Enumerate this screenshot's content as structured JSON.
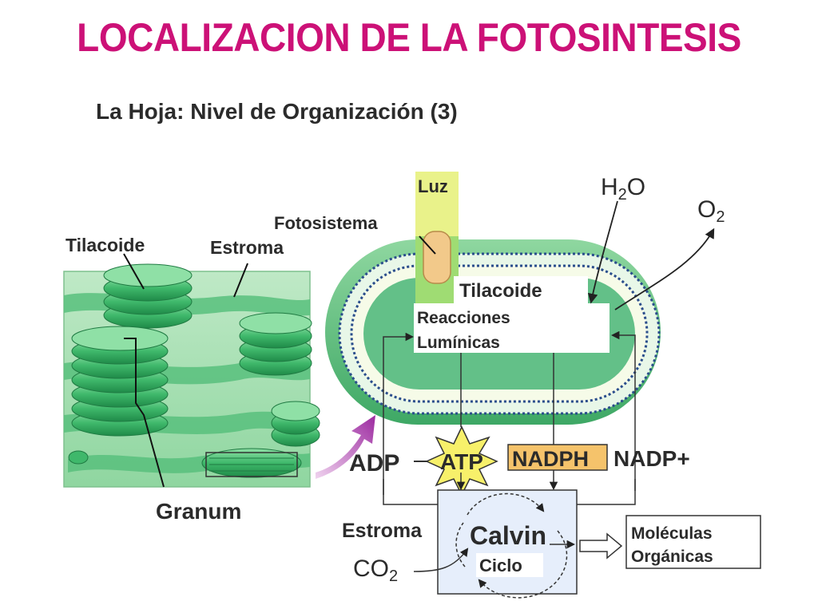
{
  "title": "LOCALIZACION DE LA FOTOSINTESIS",
  "subtitle": "La Hoja: Nivel de Organización (3)",
  "labels": {
    "tilacoide_left": "Tilacoide",
    "estroma_left": "Estroma",
    "granum": "Granum",
    "luz": "Luz",
    "fotosistema": "Fotosistema",
    "h2o_h": "H",
    "h2o_sub": "2",
    "h2o_o": "O",
    "o2_o": "O",
    "o2_sub": "2",
    "tilacoide_right": "Tilacoide",
    "reacciones": "Reacciones",
    "luminicas": "Lumínicas",
    "adp": "ADP",
    "atp": "ATP",
    "nadph": "NADPH",
    "nadp": "NADP+",
    "estroma_right": "Estroma",
    "co2_co": "CO",
    "co2_sub": "2",
    "calvin": "Calvin",
    "ciclo": "Ciclo",
    "moleculas": "Moléculas",
    "organicas": "Orgánicas"
  },
  "colors": {
    "title": "#cc1177",
    "thylakoid_green": "#3fb86b",
    "stroma_green": "#a8dfb0",
    "membrane_blue": "#2a4d8c",
    "light_beam": "#e9f28a",
    "photosystem": "#f2c98a",
    "atp_star": "#f7f06a",
    "nadph_box": "#f5c36b",
    "calvin_box": "#e6eefb"
  }
}
